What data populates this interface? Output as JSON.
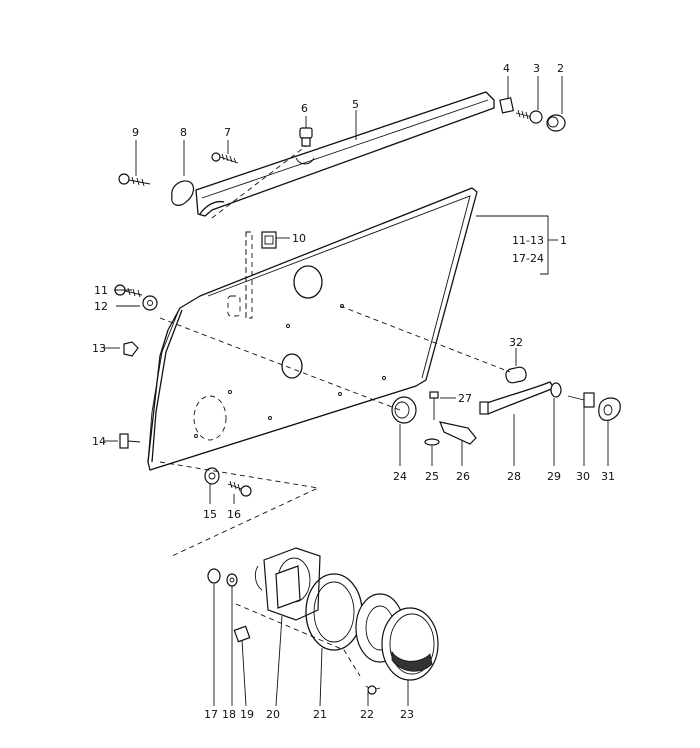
{
  "labels": {
    "p1": "1",
    "p2": "2",
    "p3": "3",
    "p4": "4",
    "p5": "5",
    "p6": "6",
    "p7": "7",
    "p8": "8",
    "p9": "9",
    "p10": "10",
    "p11": "11",
    "p12": "12",
    "p13": "13",
    "p14": "14",
    "p15": "15",
    "p16": "16",
    "p17": "17",
    "p18": "18",
    "p19": "19",
    "p20": "20",
    "p21": "21",
    "p22": "22",
    "p23": "23",
    "p24": "24",
    "p25": "25",
    "p26": "26",
    "p27": "27",
    "p28": "28",
    "p29": "29",
    "p30": "30",
    "p31": "31",
    "p32": "32",
    "group_a": "11-13",
    "group_b": "17-24"
  }
}
